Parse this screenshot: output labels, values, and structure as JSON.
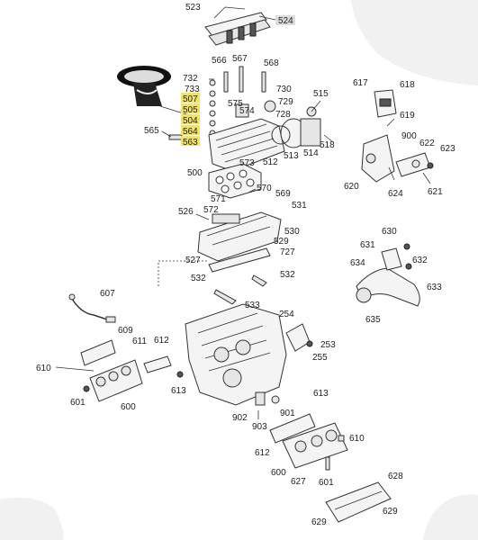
{
  "diagram": {
    "highlight_color": "#f3e26a",
    "labels": {
      "l523": "523",
      "l524": "524",
      "l566": "566",
      "l567": "567",
      "l568": "568",
      "l732": "732",
      "l733": "733",
      "l507": "507",
      "l505": "505",
      "l504": "504",
      "l564": "564",
      "l563": "563",
      "l565": "565",
      "l575": "575",
      "l574": "574",
      "l730": "730",
      "l729": "729",
      "l728": "728",
      "l515": "515",
      "l617": "617",
      "l618": "618",
      "l619": "619",
      "l900": "900",
      "l622": "622",
      "l623": "623",
      "l500": "500",
      "l512": "512",
      "l513": "513",
      "l514": "514",
      "l518": "518",
      "l573": "573",
      "l570": "570",
      "l571": "571",
      "l569": "569",
      "l620": "620",
      "l624": "624",
      "l621": "621",
      "l526": "526",
      "l572": "572",
      "l531": "531",
      "l530": "530",
      "l529": "529",
      "l727": "727",
      "l527": "527",
      "l532a": "532",
      "l532b": "532",
      "l533": "533",
      "l630": "630",
      "l631": "631",
      "l634": "634",
      "l632": "632",
      "l633": "633",
      "l635": "635",
      "l607": "607",
      "l609": "609",
      "l611": "611",
      "l612": "612",
      "l610": "610",
      "l601a": "601",
      "l600a": "600",
      "l613a": "613",
      "l254": "254",
      "l253": "253",
      "l255": "255",
      "l613b": "613",
      "l902": "902",
      "l901": "901",
      "l903": "903",
      "l612b": "612",
      "l610b": "610",
      "l600b": "600",
      "l627": "627",
      "l601b": "601",
      "l628": "628",
      "l629a": "629",
      "l629b": "629"
    }
  }
}
